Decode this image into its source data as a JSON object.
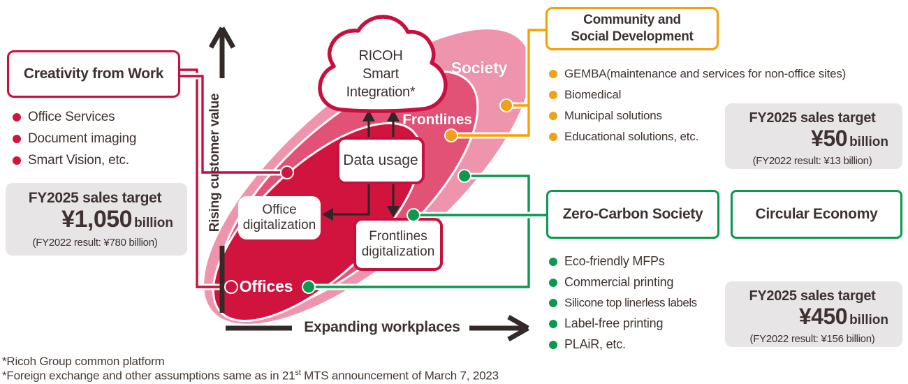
{
  "colors": {
    "accent_red": "#c8103e",
    "ring_society": "#ee94ad",
    "ring_frontlines": "#e25276",
    "ring_offices": "#d0143e",
    "accent_orange": "#f5a200",
    "accent_green": "#089a4e",
    "gray_box_bg": "#e7e5e6",
    "text_dark": "#3e3231"
  },
  "left_panel": {
    "title": "Creativity from Work",
    "items": [
      "Office Services",
      "Document imaging",
      "Smart Vision, etc."
    ],
    "target": {
      "label": "FY2025 sales target",
      "amount": "¥1,050",
      "unit": "billion",
      "result": "(FY2022 result: ¥780 billion)"
    }
  },
  "community_panel": {
    "title_line1": "Community and",
    "title_line2": "Social Development",
    "items": [
      "GEMBA(maintenance and services for non-office sites)",
      "Biomedical",
      "Municipal solutions",
      "Educational solutions, etc."
    ],
    "target": {
      "label": "FY2025 sales target",
      "amount": "¥50",
      "unit": "billion",
      "result": "(FY2022 result: ¥13 billion)"
    }
  },
  "sustainability_panel": {
    "zero_carbon_title": "Zero-Carbon Society",
    "circular_title": "Circular Economy",
    "items": [
      "Eco-friendly MFPs",
      "Commercial printing",
      "Silicone top linerless labels",
      "Label-free printing",
      "PLAiR, etc."
    ],
    "target": {
      "label": "FY2025 sales target",
      "amount": "¥450",
      "unit": "billion",
      "result": "(FY2022 result: ¥156 billion)"
    }
  },
  "diagram": {
    "cloud_line1": "RICOH",
    "cloud_line2": "Smart",
    "cloud_line3": "Integration*",
    "society_label": "Society",
    "frontlines_label": "Frontlines",
    "offices_label": "Offices",
    "data_usage": "Data usage",
    "office_dig_line1": "Office",
    "office_dig_line2": "digitalization",
    "front_dig_line1": "Frontlines",
    "front_dig_line2": "digitalization",
    "axis_vertical": "Rising customer value",
    "axis_horizontal": "Expanding workplaces"
  },
  "footnotes": {
    "line1": "*Ricoh Group common platform",
    "line2_pre": "*Foreign exchange and other assumptions same as in 21",
    "line2_sup": "st",
    "line2_post": " MTS announcement of March 7, 2023"
  }
}
